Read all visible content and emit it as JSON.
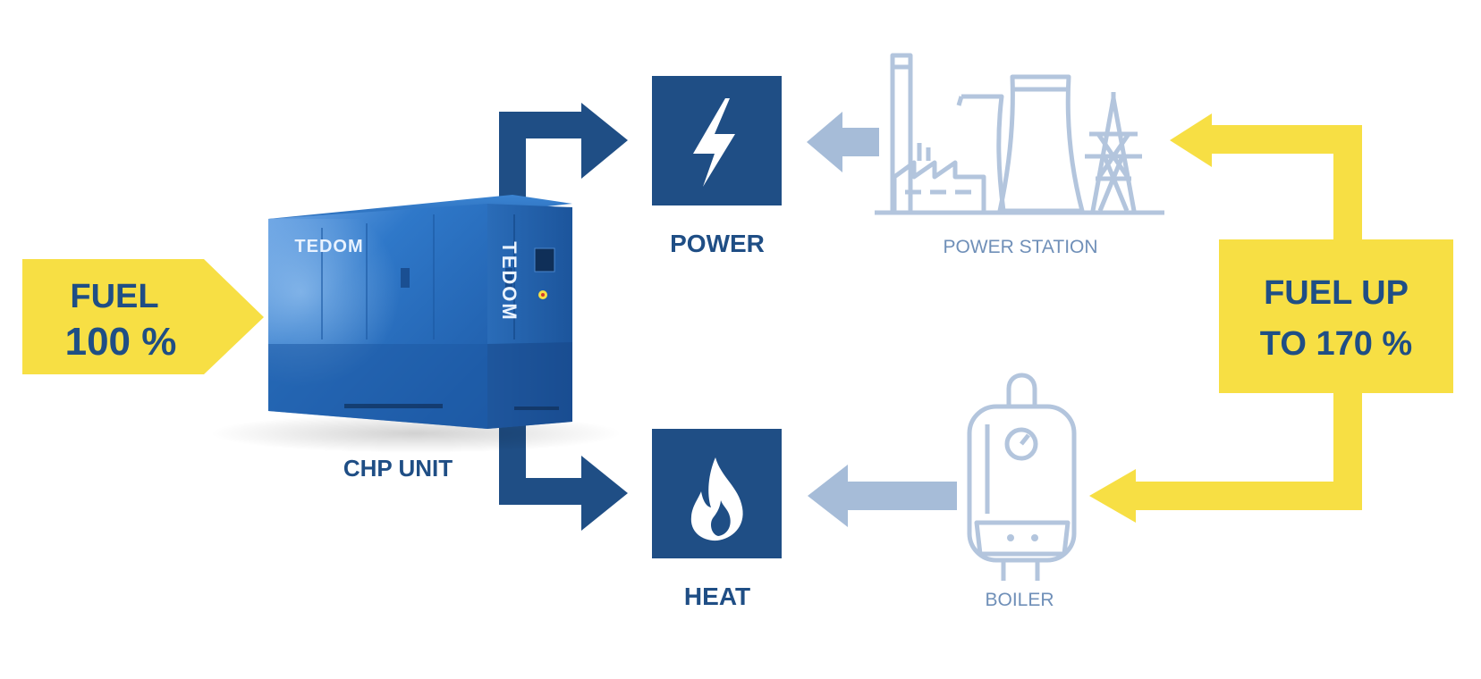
{
  "colors": {
    "navy": "#1f4e85",
    "light_blue": "#a6bcd8",
    "outline_blue": "#b3c5dd",
    "yellow": "#f7df44",
    "fuel_text": "#1f4e85",
    "white": "#ffffff"
  },
  "fuel_in": {
    "line1": "FUEL",
    "line2": "100 %"
  },
  "chp_unit": {
    "label": "CHP UNIT",
    "brand_front": "TEDOM",
    "brand_side": "TEDOM"
  },
  "power": {
    "label": "POWER",
    "icon": "lightning-bolt-icon"
  },
  "heat": {
    "label": "HEAT",
    "icon": "flame-icon"
  },
  "power_station": {
    "label": "POWER STATION",
    "icon": "power-plant-icon"
  },
  "boiler": {
    "label": "BOILER",
    "icon": "boiler-icon"
  },
  "fuel_separate": {
    "line1": "FUEL UP",
    "line2": "TO 170 %"
  }
}
